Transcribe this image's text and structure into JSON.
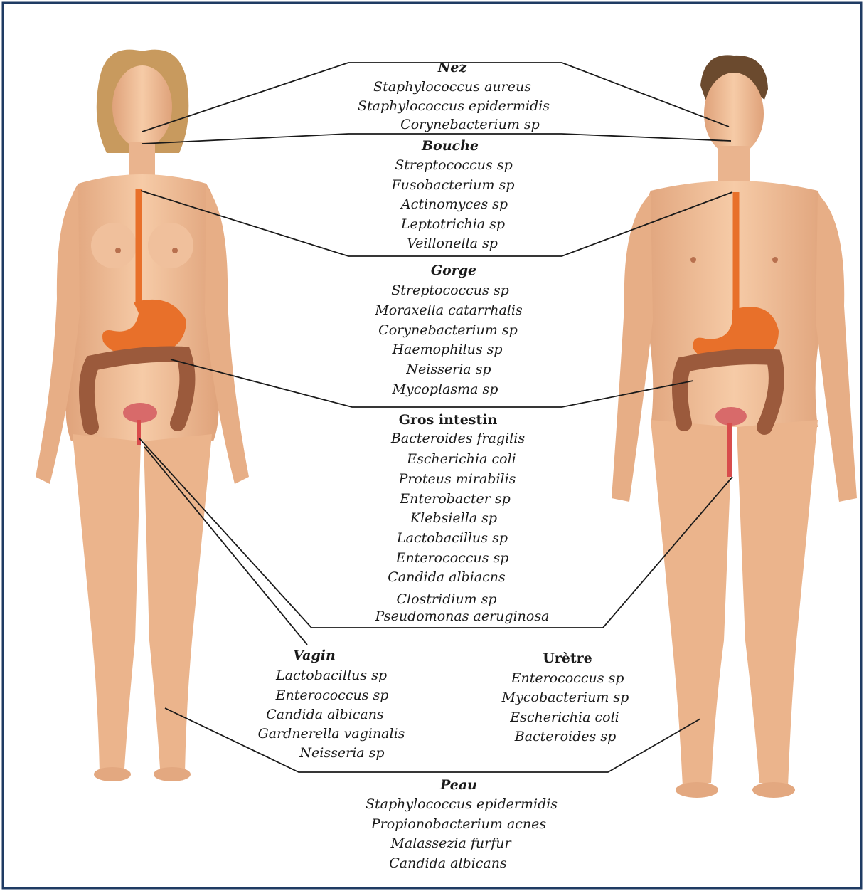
{
  "colors": {
    "frame": "#1f3b63",
    "skin": "#f2c09a",
    "skin_shade": "#d89a72",
    "organ": "#e8702a",
    "colon": "#9b5a3c",
    "line": "#1a1a1a"
  },
  "sections": {
    "nez": {
      "title": "Nez",
      "items": [
        "Staphylococcus aureus",
        "Staphylococcus epidermidis",
        "Corynebacterium sp"
      ]
    },
    "bouche": {
      "title": "Bouche",
      "items": [
        "Streptococcus sp",
        "Fusobacterium sp",
        "Actinomyces sp",
        "Leptotrichia sp",
        "Veillonella sp"
      ]
    },
    "gorge": {
      "title": "Gorge",
      "items": [
        "Streptococcus sp",
        "Moraxella catarrhalis",
        "Corynebacterium sp",
        "Haemophilus sp",
        "Neisseria sp",
        "Mycoplasma sp"
      ]
    },
    "gros_intestin": {
      "title": "Gros intestin",
      "items": [
        "Bacteroides fragilis",
        "Escherichia coli",
        "Proteus mirabilis",
        "Enterobacter sp",
        "Klebsiella sp",
        "Lactobacillus sp",
        "Enterococcus sp",
        "Candida albiacns",
        "Clostridium sp",
        "Pseudomonas aeruginosa"
      ]
    },
    "vagin": {
      "title": "Vagin",
      "items": [
        "Lactobacillus sp",
        "Enterococcus sp",
        "Candida albicans",
        "Gardnerella vaginalis",
        "Neisseria sp"
      ]
    },
    "uretre": {
      "title": "Urètre",
      "items": [
        "Enterococcus sp",
        "Mycobacterium sp",
        "Escherichia coli",
        "Bacteroides sp"
      ]
    },
    "peau": {
      "title": "Peau",
      "items": [
        "Staphylococcus epidermidis",
        "Propionobacterium acnes",
        "Malassezia furfur",
        "Candida albicans"
      ]
    }
  }
}
